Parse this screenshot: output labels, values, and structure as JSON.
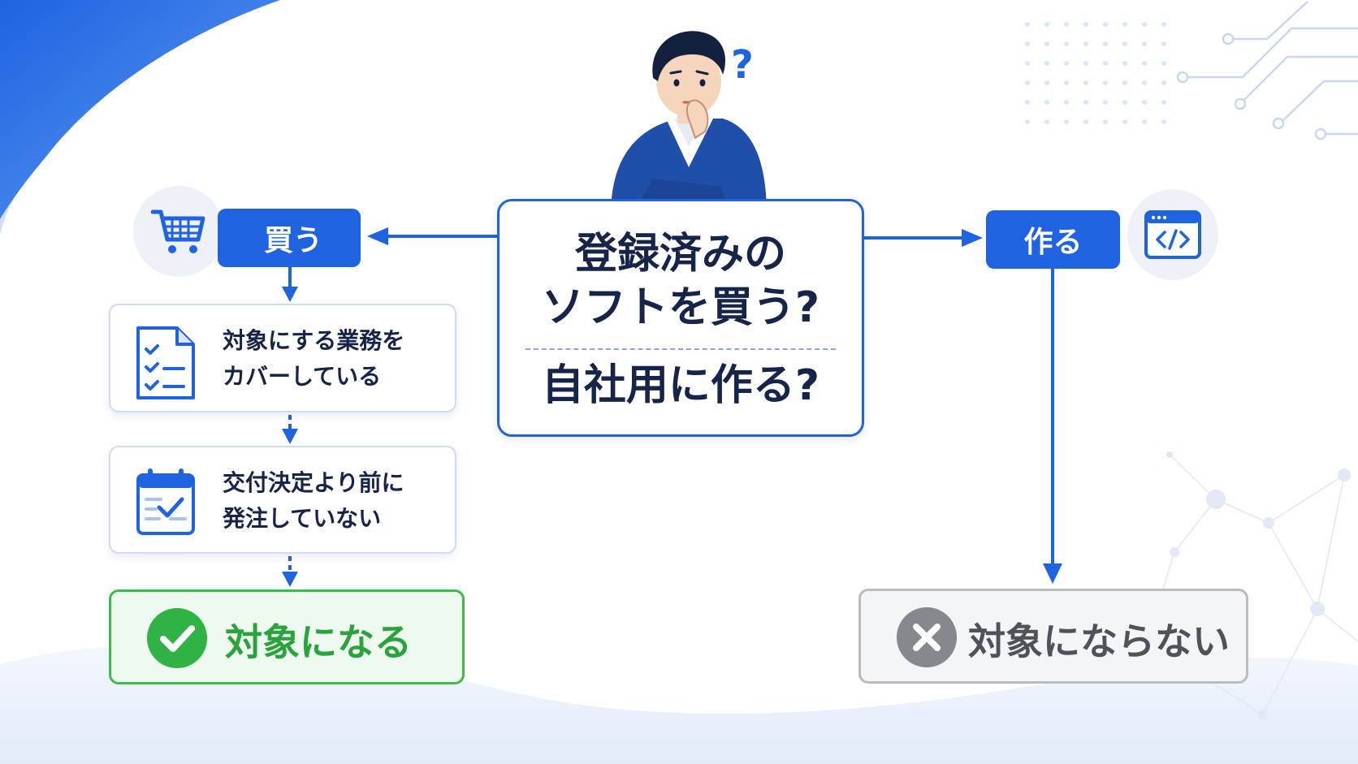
{
  "colors": {
    "primary": "#1f63e0",
    "navy": "#17244a",
    "success": "#2fb344",
    "muted": "#85888d"
  },
  "center": {
    "question_line1": "登録済みの",
    "question_line2": "ソフトを買う?",
    "question_alt": "自社用に作る?"
  },
  "branches": {
    "buy": {
      "label": "買う",
      "icon": "shopping-cart-icon"
    },
    "make": {
      "label": "作る",
      "icon": "code-window-icon"
    }
  },
  "conditions": [
    {
      "line1": "対象にする業務を",
      "line2": "カバーしている",
      "icon": "checklist-document-icon"
    },
    {
      "line1": "交付決定より前に",
      "line2": "発注していない",
      "icon": "calendar-check-icon"
    }
  ],
  "results": {
    "eligible": {
      "label": "対象になる",
      "icon": "check-circle-icon"
    },
    "not_eligible": {
      "label": "対象にならない",
      "icon": "x-circle-icon"
    }
  }
}
